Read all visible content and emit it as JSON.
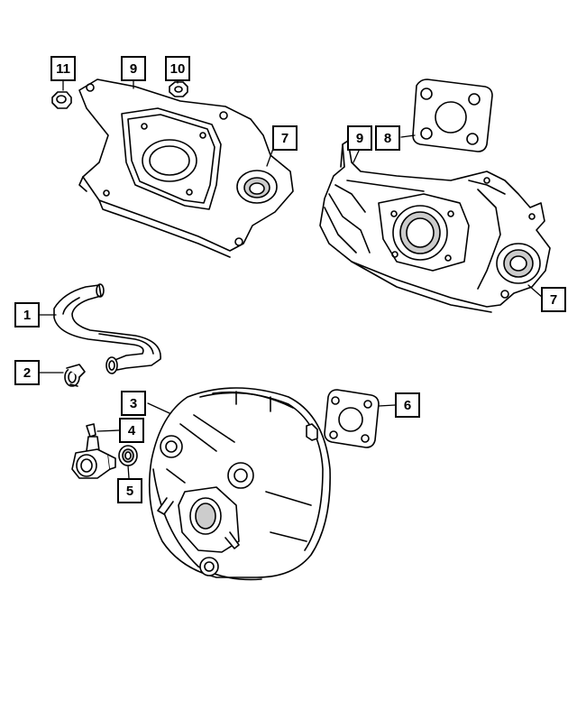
{
  "callouts": {
    "c11": "11",
    "c9a": "9",
    "c10": "10",
    "c7a": "7",
    "c9b": "9",
    "c8": "8",
    "c7b": "7",
    "c1": "1",
    "c2": "2",
    "c3": "3",
    "c4": "4",
    "c5": "5",
    "c6": "6"
  },
  "colors": {
    "line": "#000000",
    "fill": "#ffffff",
    "shade": "#dddddd"
  }
}
